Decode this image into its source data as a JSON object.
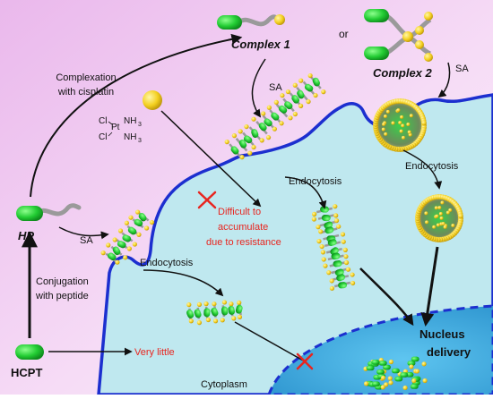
{
  "labels": {
    "complex1": "Complex 1",
    "or": "or",
    "complex2": "Complex 2",
    "complexation_line1": "Complexation",
    "complexation_line2": "with cisplatin",
    "sa_top_complex1": "SA",
    "sa_top_complex2": "SA",
    "sa_hp": "SA",
    "cis_cl_top": "Cl",
    "cis_pt": "Pt",
    "cis_nh3_top": "NH",
    "cis_nh3_top_sub": "3",
    "cis_cl_bottom": "Cl",
    "cis_nh3_bottom": "NH",
    "cis_nh3_bottom_sub": "3",
    "hp": "HP",
    "conjugation_line1": "Conjugation",
    "conjugation_line2": "with peptide",
    "hcpt": "HCPT",
    "endocytosis_center": "Endocytosis",
    "endocytosis_lower": "Endocytosis",
    "endocytosis_right": "Endocytosis",
    "difficult_line1": "Difficult to",
    "difficult_line2": "accumulate",
    "difficult_line3": "due to resistance",
    "very_little": "Very little",
    "cytoplasm": "Cytoplasm",
    "nucleus_line1": "Nucleus",
    "nucleus_line2": "delivery"
  },
  "colors": {
    "background_top_left": "#f0c8f0",
    "background_bottom": "#fbeffb",
    "cell": "#bfe8ef",
    "membrane": "#1c2fcf",
    "nucleus": "#3aa7dc",
    "drug_green": "#22cc33",
    "peptide_gray": "#a9a9a9",
    "platinum_yellow": "#f4d020",
    "warning_red": "#e8251f",
    "text": "#111111"
  }
}
